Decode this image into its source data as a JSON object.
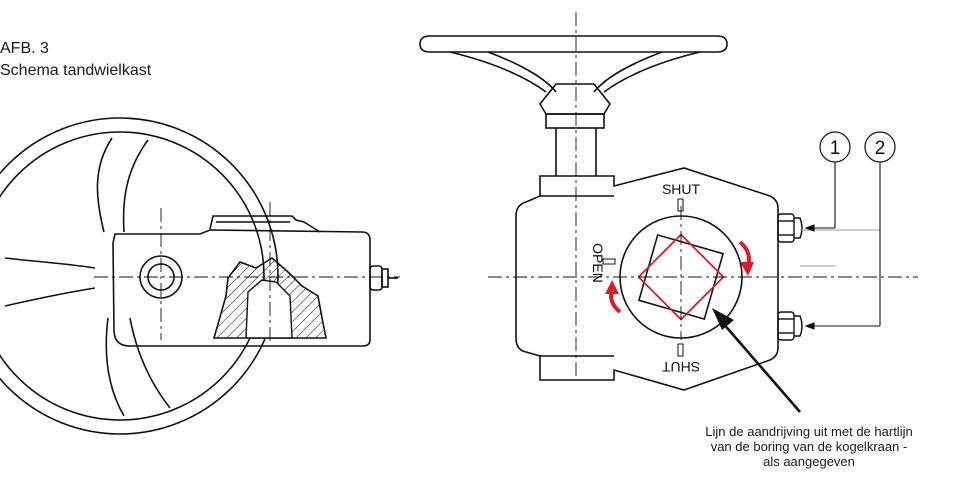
{
  "figure": {
    "number": "AFB. 3",
    "title": "Schema tandwielkast"
  },
  "labels": {
    "shut_top": "SHUT",
    "shut_bottom": "SHUT",
    "open": "OPEN"
  },
  "callouts": [
    {
      "id": "1"
    },
    {
      "id": "2"
    }
  ],
  "note": {
    "line1": "Lijn de aandrijving uit met de hartlijn",
    "line2": "van de boring van de kogelkraan -",
    "line3": "als aangegeven"
  },
  "colors": {
    "line": "#111111",
    "accent_red": "#d81f26",
    "guide_gray": "#9a9a9a"
  }
}
